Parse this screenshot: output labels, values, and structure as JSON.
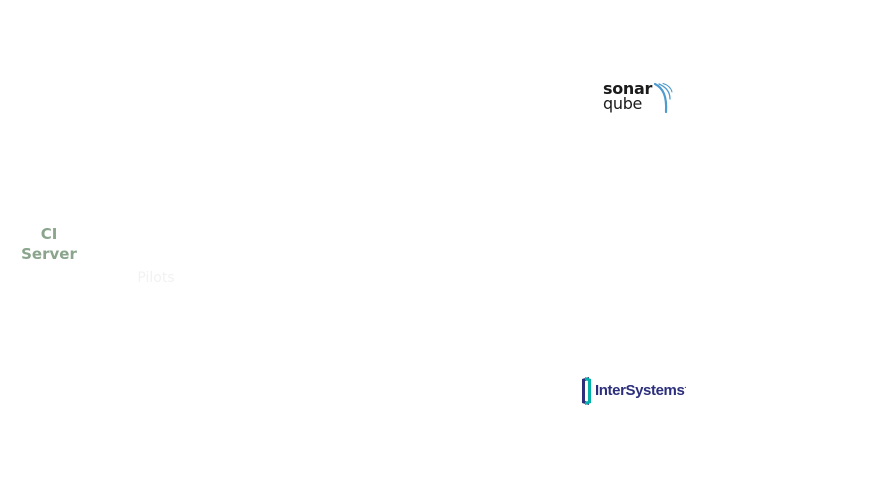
{
  "diagram": {
    "nodes": [
      {
        "id": "ci-server",
        "label_line1": "CI",
        "label_line2": "Server",
        "color": "#8aa58c"
      },
      {
        "id": "pilots",
        "label": "Pilots",
        "color": "#f2f2f2"
      }
    ],
    "logos": {
      "sonarqube": {
        "word1": "sonar",
        "word2": "qube",
        "icon": "sonar-waves-icon",
        "text_color": "#1b1b1b",
        "accent_color": "#4e9bcd"
      },
      "intersystems": {
        "word": "InterSystems",
        "registered_mark": "·",
        "icon": "intersystems-bracket-icon",
        "text_color": "#2b2f7c",
        "accent_color": "#00b2a9"
      }
    }
  }
}
